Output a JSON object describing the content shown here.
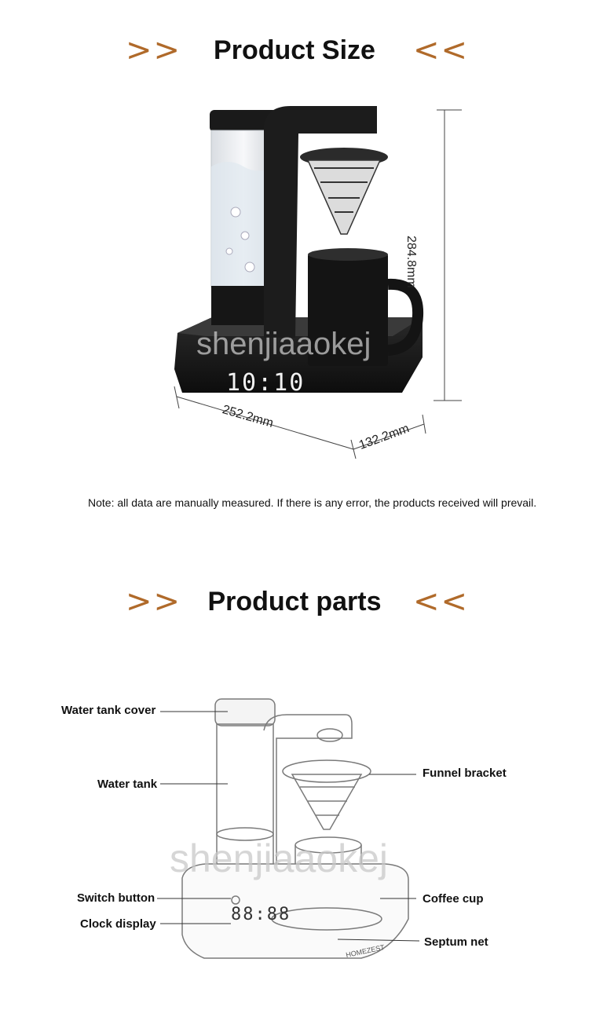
{
  "section1": {
    "arrow_left": ">>",
    "title": "Product Size",
    "arrow_right": "<<",
    "clock_text": "10:10",
    "watermark": "shenjiaaokej",
    "dimensions": {
      "height": "284.8mm",
      "width": "252.2mm",
      "depth": "132.2mm"
    },
    "note": "Note: all data are manually measured. If there is any error, the products received will prevail."
  },
  "section2": {
    "arrow_left": ">>",
    "title": "Product parts",
    "arrow_right": "<<",
    "watermark": "shenjiaaokej",
    "parts": {
      "water_tank_cover": "Water tank cover",
      "water_tank": "Water tank",
      "switch_button": "Switch button",
      "clock_display": "Clock display",
      "funnel_bracket": "Funnel bracket",
      "coffee_cup": "Coffee cup",
      "septum_net": "Septum net"
    },
    "clock_digits": "88:88",
    "brand_on_base": "HOMEZEST"
  },
  "colors": {
    "accent": "#b06a2a",
    "machine_black": "#1c1c1c"
  }
}
